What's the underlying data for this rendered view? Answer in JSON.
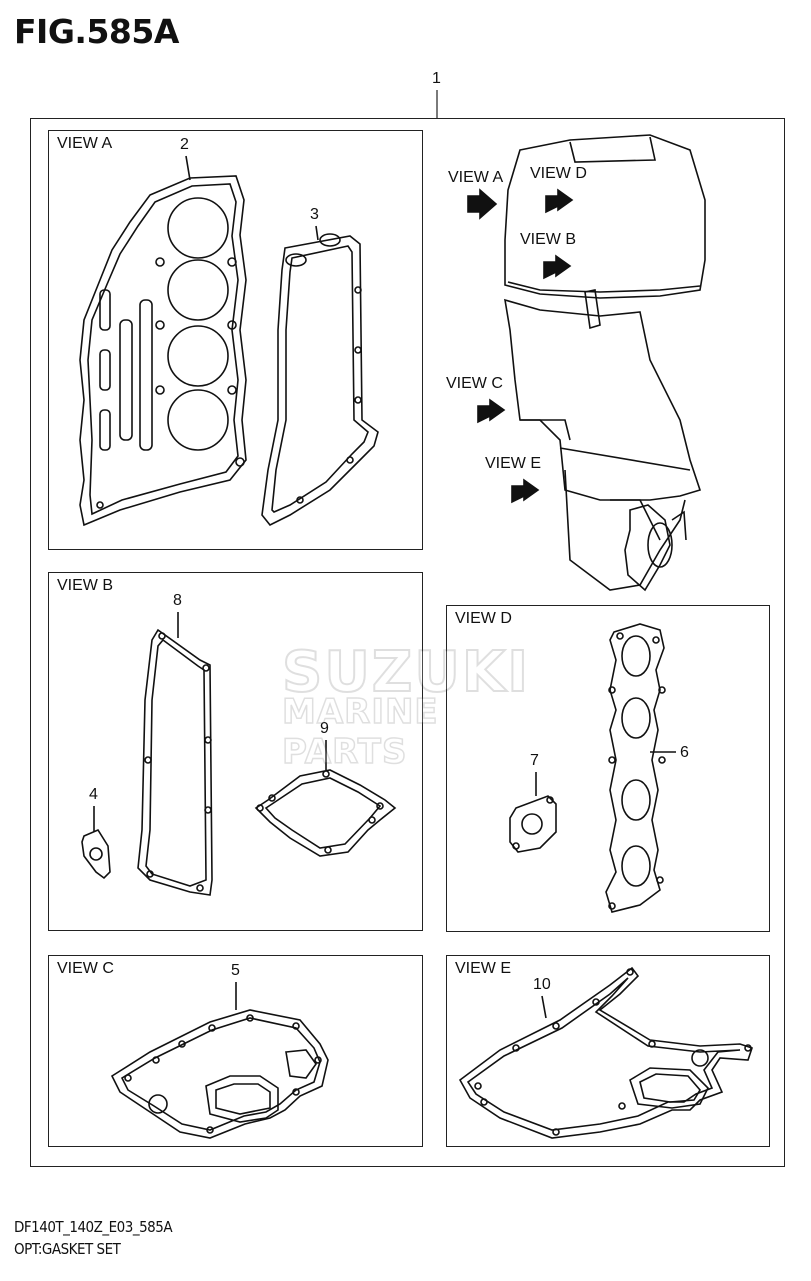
{
  "figure": {
    "title": "FIG.585A",
    "main_callout": "1"
  },
  "panels": {
    "view_a": {
      "label": "VIEW A",
      "callouts": [
        "2",
        "3"
      ]
    },
    "view_b": {
      "label": "VIEW B",
      "callouts": [
        "8",
        "9",
        "4"
      ]
    },
    "view_c": {
      "label": "VIEW C",
      "callouts": [
        "5"
      ]
    },
    "view_d": {
      "label": "VIEW D",
      "callouts": [
        "7",
        "6"
      ]
    },
    "view_e": {
      "label": "VIEW E",
      "callouts": [
        "10"
      ]
    }
  },
  "motor_view_tags": [
    "VIEW A",
    "VIEW D",
    "VIEW B",
    "VIEW C",
    "VIEW E"
  ],
  "watermark": {
    "line1": "SUZUKI",
    "line2": "MARINE PARTS"
  },
  "footer": {
    "model_code": "DF140T_140Z_E03_585A",
    "description": "OPT:GASKET SET"
  }
}
